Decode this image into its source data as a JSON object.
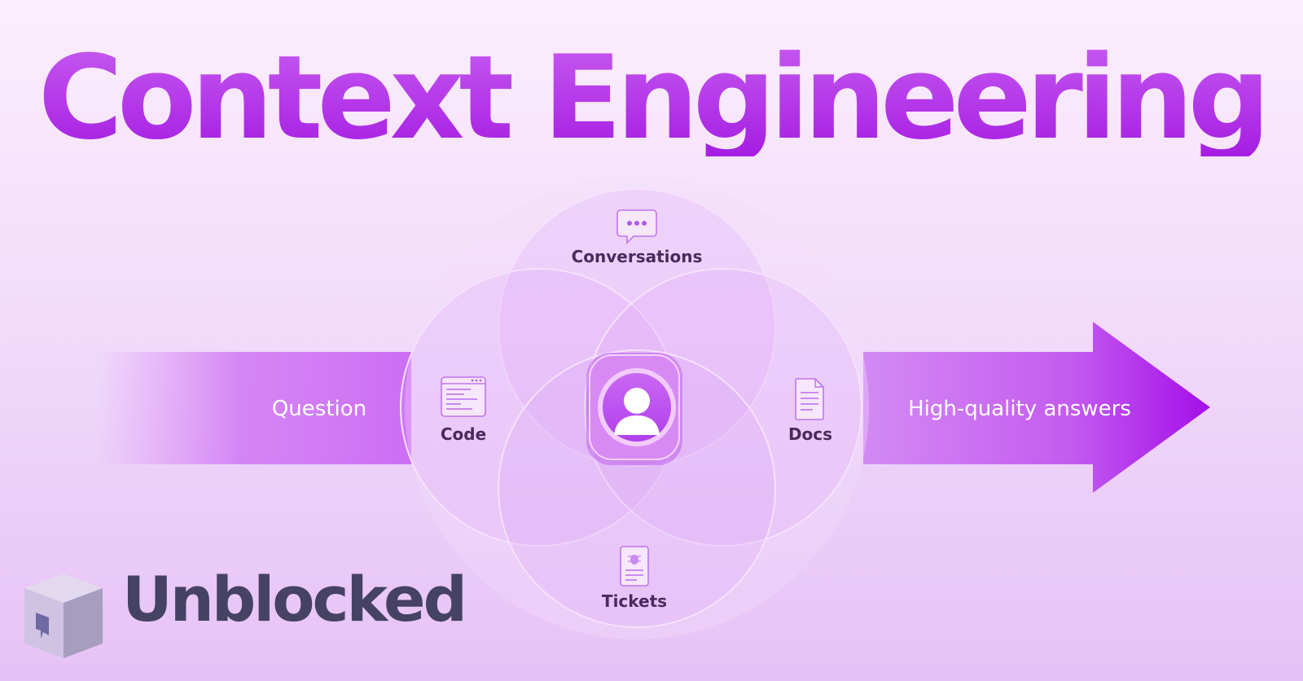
{
  "title": "Context Engineering",
  "input_label": "Question",
  "output_label": "High-quality answers",
  "sources": {
    "conversations": "Conversations",
    "code": "Code",
    "docs": "Docs",
    "tickets": "Tickets"
  },
  "center_icon": "user-avatar-icon",
  "brand": {
    "name": "Unblocked",
    "logo": "cube-logo-icon"
  },
  "colors": {
    "title": "#b227e6",
    "accent": "#c052f0",
    "arrow_dark": "#a30fe8",
    "brand_text": "#454263"
  }
}
